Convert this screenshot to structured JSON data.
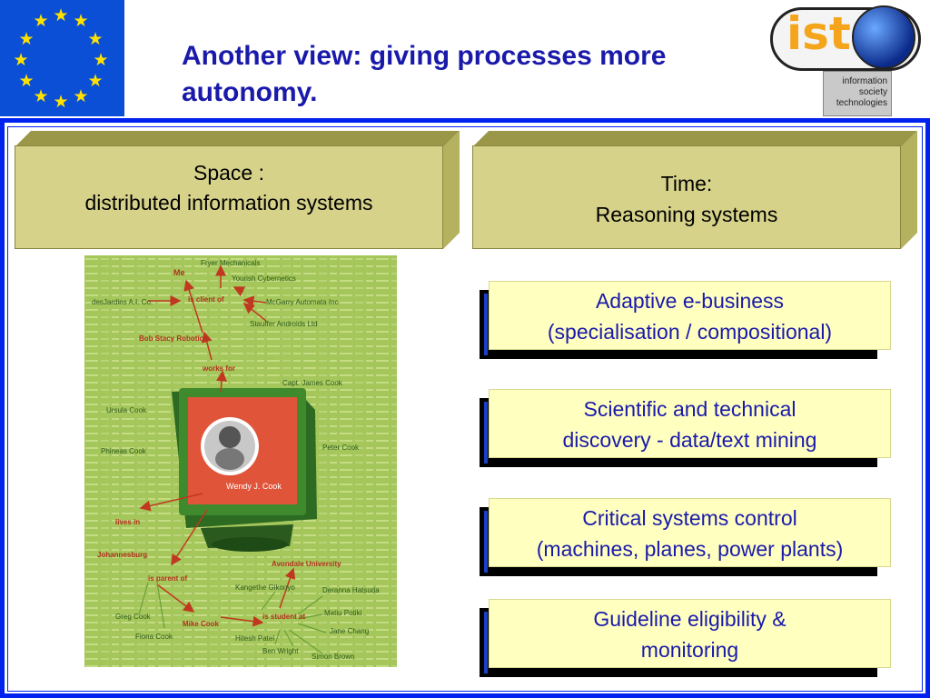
{
  "title": "Another view: giving processes more autonomy.",
  "logo": {
    "text": "ist",
    "tagline": [
      "information",
      "society",
      "technologies"
    ]
  },
  "headers": {
    "space": {
      "line1": "Space :",
      "line2": "distributed information systems"
    },
    "time": {
      "line1": "Time:",
      "line2": "Reasoning systems"
    }
  },
  "poster": {
    "nodes": {
      "fryer": "Fryer Mechanicals",
      "me": "Me",
      "yourish": "Yourish Cybernetics",
      "desjardins": "desJardins A.I. Co.",
      "is_client_of": "is client of",
      "mcgarry": "McGarry Automata Inc",
      "stauffer": "Stauffer Androids Ltd",
      "bob_stacy": "Bob Stacy Robotics",
      "works_for": "works for",
      "capt_james": "Capt. James Cook",
      "ursula": "Ursula Cook",
      "phineas": "Phineas Cook",
      "peter": "Peter Cook",
      "wendy": "Wendy J. Cook",
      "lives_in": "lives in",
      "johannesburg": "Johannesburg",
      "avondale": "Avondale University",
      "is_parent_of": "is parent of",
      "kangethe": "Kangethe Gikonyo",
      "deranna": "Deranna Hatsuda",
      "greg": "Greg Cook",
      "mike": "Mike Cook",
      "is_student_at": "is student at",
      "matiu": "Matiu Potiki",
      "jane": "Jane Chang",
      "fiona": "Fiona Cook",
      "hitesh": "Hitesh Patel",
      "ben": "Ben Wright",
      "simon": "Simon Brown"
    }
  },
  "boxes": [
    {
      "line1": "Adaptive e-business",
      "line2": "(specialisation / compositional)"
    },
    {
      "line1": "Scientific and technical",
      "line2": "discovery - data/text mining"
    },
    {
      "line1": "Critical systems control",
      "line2": "(machines, planes, power plants)"
    },
    {
      "line1": "Guideline eligibility &",
      "line2": "monitoring"
    }
  ],
  "colors": {
    "title": "#1a1aaa",
    "frame": "#0022ee",
    "eu_blue": "#0b4fd6",
    "eu_star": "#ffe100",
    "header_face": "#d6d28a",
    "box_fill": "#ffffc0",
    "poster_green": "#a4c65a",
    "screen_red": "#e0553a"
  }
}
